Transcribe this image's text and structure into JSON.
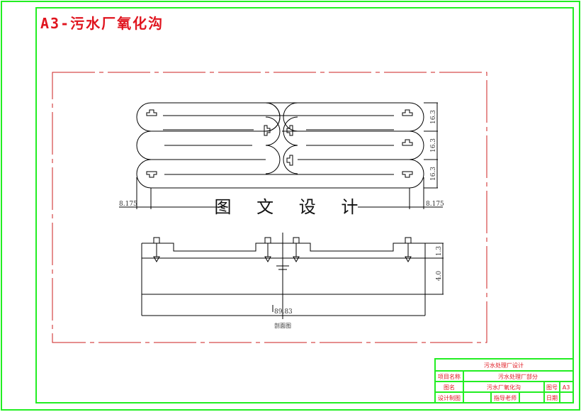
{
  "sheet": {
    "title": "A3-污水厂氧化沟",
    "border_color": "#22ee22",
    "frame_color": "#cc1f1f",
    "title_color": "#e0141e"
  },
  "plan_view": {
    "center_label": "图 文 设 计",
    "dims_right": [
      "16.3",
      "16.3",
      "16.3"
    ],
    "dim_left": "8.175",
    "dim_right": "8.175"
  },
  "section_view": {
    "dim_top": "1.3",
    "dim_body": "4.0",
    "dim_length": "89.83",
    "caption": "剖面图"
  },
  "title_block": {
    "project_design": "污水处理厂设计",
    "project_name_label": "项目名称",
    "project_name_value": "污水处理厂部分",
    "drawing_name_label": "图名",
    "drawing_name_value": "污水厂氧化沟",
    "drawing_no_label": "图号",
    "drawing_no_value": "A3",
    "designer_label": "设计制图",
    "designer_value": "",
    "advisor_label": "指导老师",
    "advisor_value": "",
    "date_label": "日期",
    "date_value": ""
  }
}
